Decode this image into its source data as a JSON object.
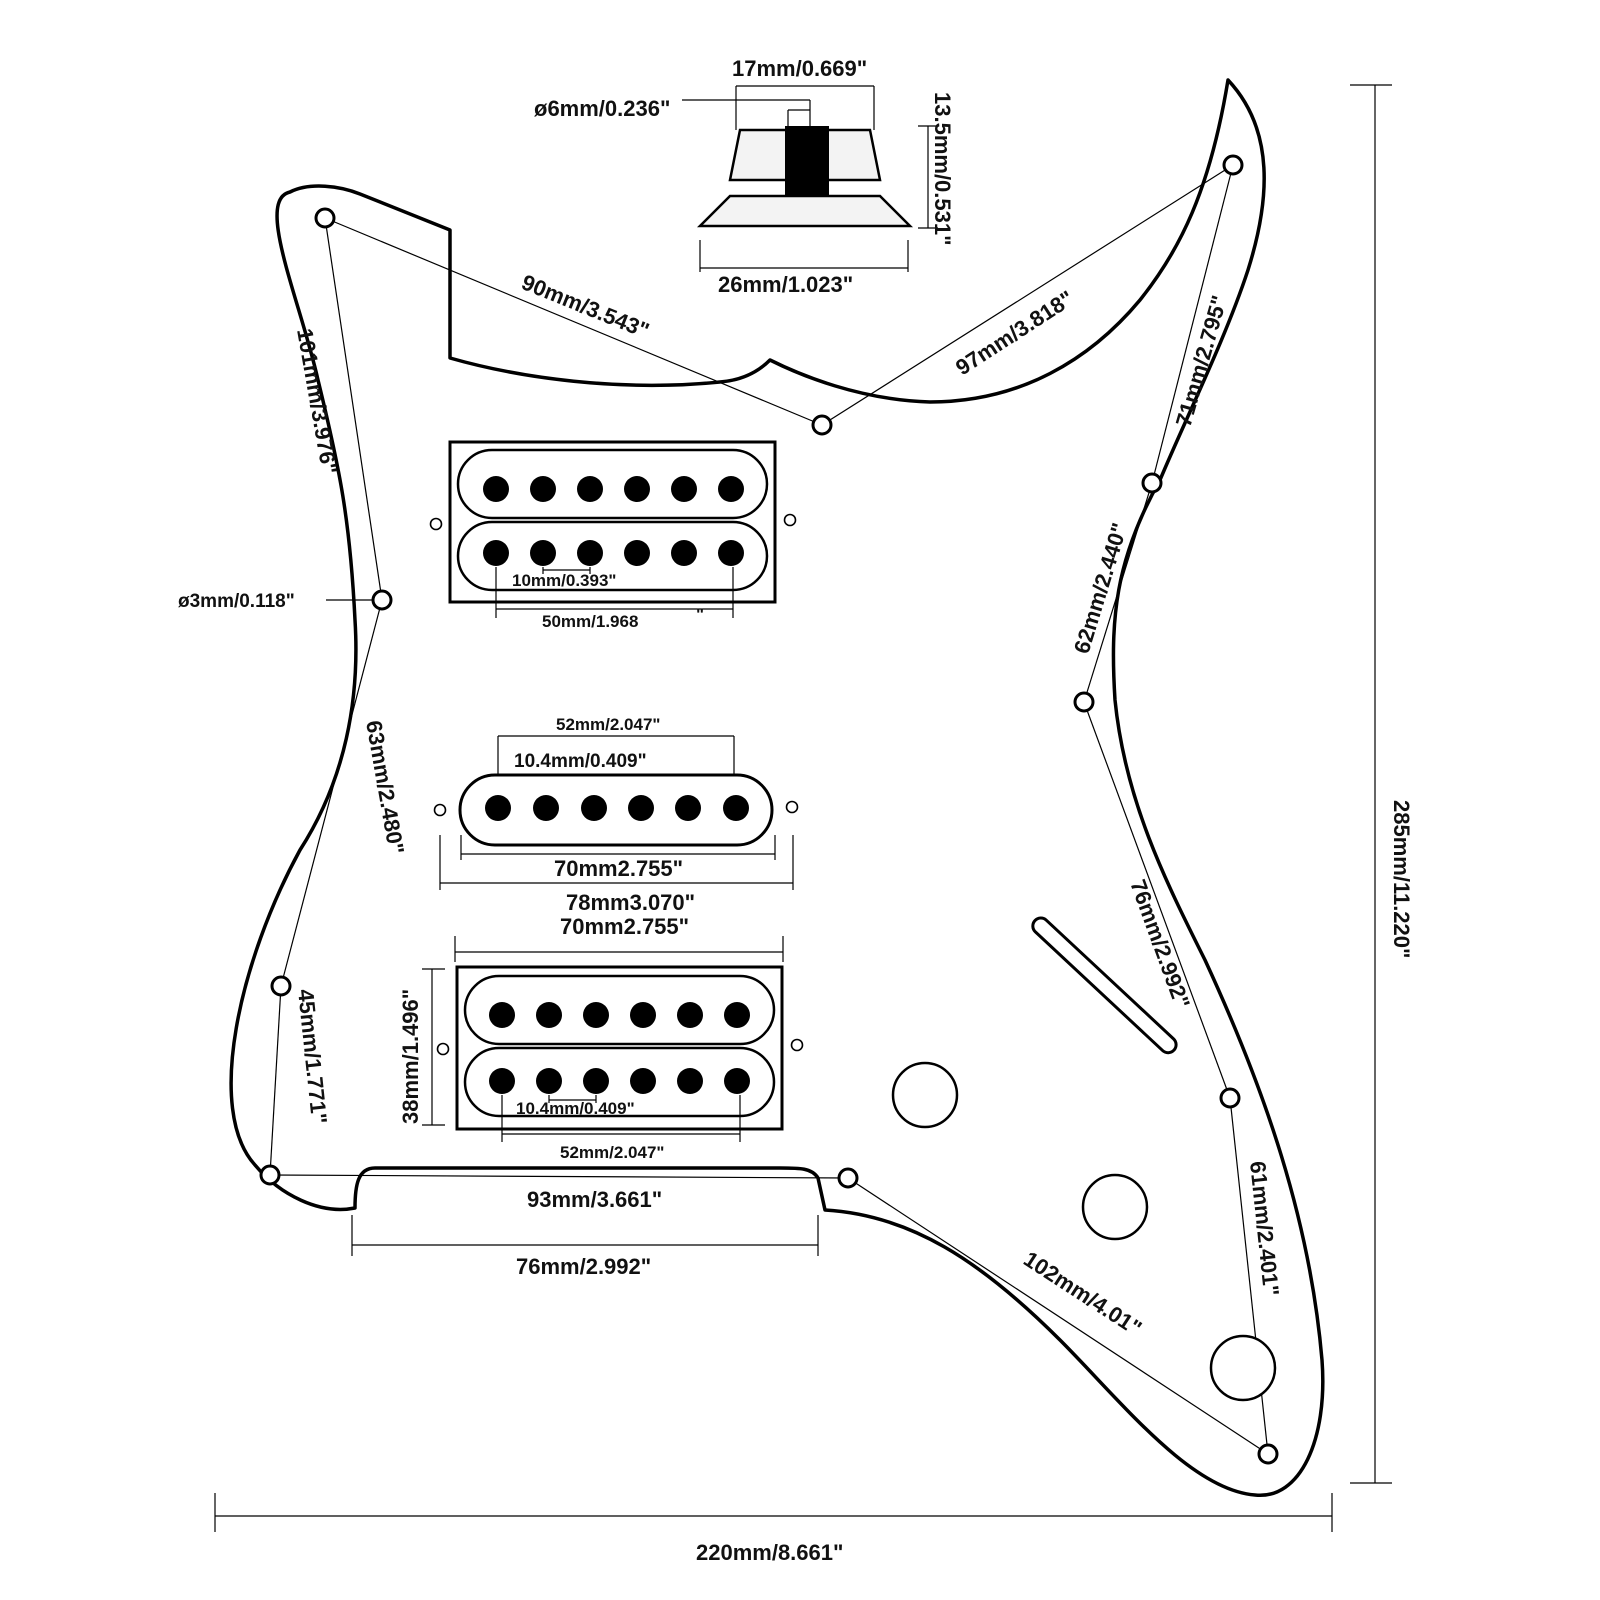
{
  "knob": {
    "top_width": "17mm/0.669\"",
    "shaft_diameter": "ø6mm/0.236\"",
    "height": "13.5mm/0.531\"",
    "bottom_width": "26mm/1.023\""
  },
  "outline": {
    "height": "285mm/11.220\"",
    "width": "220mm/8.661\""
  },
  "screws": {
    "d_upper_left_mid": "90mm/3.543\"",
    "d_mid_upper_right": "97mm/3.818\"",
    "d_upper_right_horn": "71mm/2.795\"",
    "d_horn_waist": "62mm/2.440\"",
    "d_waist_lower_right": "76mm/2.992\"",
    "d_lower_right_bottom": "61mm/2.401\"",
    "d_bottom_tail": "102mm/4.01\"",
    "d_upper_left_left": "101mm/3.976\"",
    "hole_diameter": "ø3mm/0.118\"",
    "d_left_lower_left": "63mm/2.480\"",
    "d_lower_left_corner": "45mm/1.771\"",
    "d_corner_tail": "93mm/3.661\""
  },
  "neck_pickup": {
    "pole_spacing": "10mm/0.393\"",
    "pole_span": "50mm/1.968",
    "pole_span_inch_mark": "\""
  },
  "middle_pickup": {
    "pole_span": "52mm/2.047\"",
    "pole_spacing": "10.4mm/0.409\"",
    "cover_length": "70mm2.755\"",
    "mount_span": "78mm3.070\""
  },
  "bridge_pickup": {
    "ring_length": "70mm2.755\"",
    "ring_height": "38mm/1.496\"",
    "pole_spacing": "10.4mm/0.409\"",
    "pole_span": "52mm/2.047\""
  },
  "bottom_cutout": {
    "width": "76mm/2.992\""
  }
}
